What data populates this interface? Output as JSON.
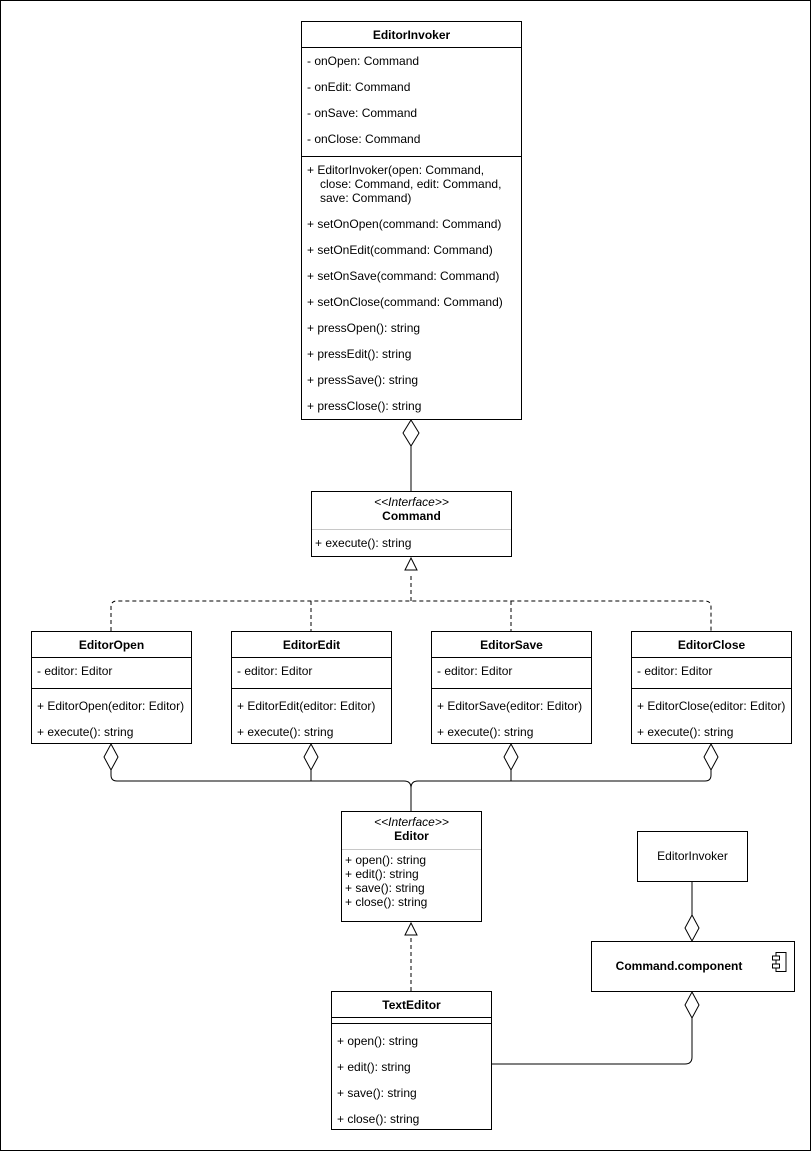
{
  "diagram": {
    "editor_invoker": {
      "name": "EditorInvoker",
      "attributes": [
        "- onOpen: Command",
        "- onEdit: Command",
        "- onSave: Command",
        "- onClose: Command"
      ],
      "constructor": {
        "line1": "+ EditorInvoker(open: Command,",
        "line2": "close: Command, edit: Command,",
        "line3": "save: Command)"
      },
      "methods": [
        "+ setOnOpen(command: Command)",
        "+ setOnEdit(command: Command)",
        "+ setOnSave(command: Command)",
        "+ setOnClose(command: Command)",
        "+ pressOpen(): string",
        "+ pressEdit(): string",
        "+ pressSave(): string",
        "+ pressClose(): string"
      ]
    },
    "command": {
      "stereotype": "<<Interface>>",
      "name": "Command",
      "methods": [
        "+ execute(): string"
      ]
    },
    "editor_open": {
      "name": "EditorOpen",
      "attributes": [
        "- editor: Editor"
      ],
      "methods": [
        "+ EditorOpen(editor: Editor)",
        "+ execute(): string"
      ]
    },
    "editor_edit": {
      "name": "EditorEdit",
      "attributes": [
        "- editor: Editor"
      ],
      "methods": [
        "+ EditorEdit(editor: Editor)",
        "+ execute(): string"
      ]
    },
    "editor_save": {
      "name": "EditorSave",
      "attributes": [
        "- editor: Editor"
      ],
      "methods": [
        "+ EditorSave(editor: Editor)",
        "+ execute(): string"
      ]
    },
    "editor_close": {
      "name": "EditorClose",
      "attributes": [
        "- editor: Editor"
      ],
      "methods": [
        "+ EditorClose(editor: Editor)",
        "+ execute(): string"
      ]
    },
    "editor": {
      "stereotype": "<<Interface>>",
      "name": "Editor",
      "methods": [
        "+ open(): string",
        "+ edit(): string",
        "+ save(): string",
        "+ close(): string"
      ]
    },
    "text_editor": {
      "name": "TextEditor",
      "methods": [
        "+ open(): string",
        "+ edit(): string",
        "+ save(): string",
        "+ close(): string"
      ]
    },
    "editor_invoker_box": {
      "label": "EditorInvoker"
    },
    "command_component": {
      "label": "Command.component"
    }
  }
}
